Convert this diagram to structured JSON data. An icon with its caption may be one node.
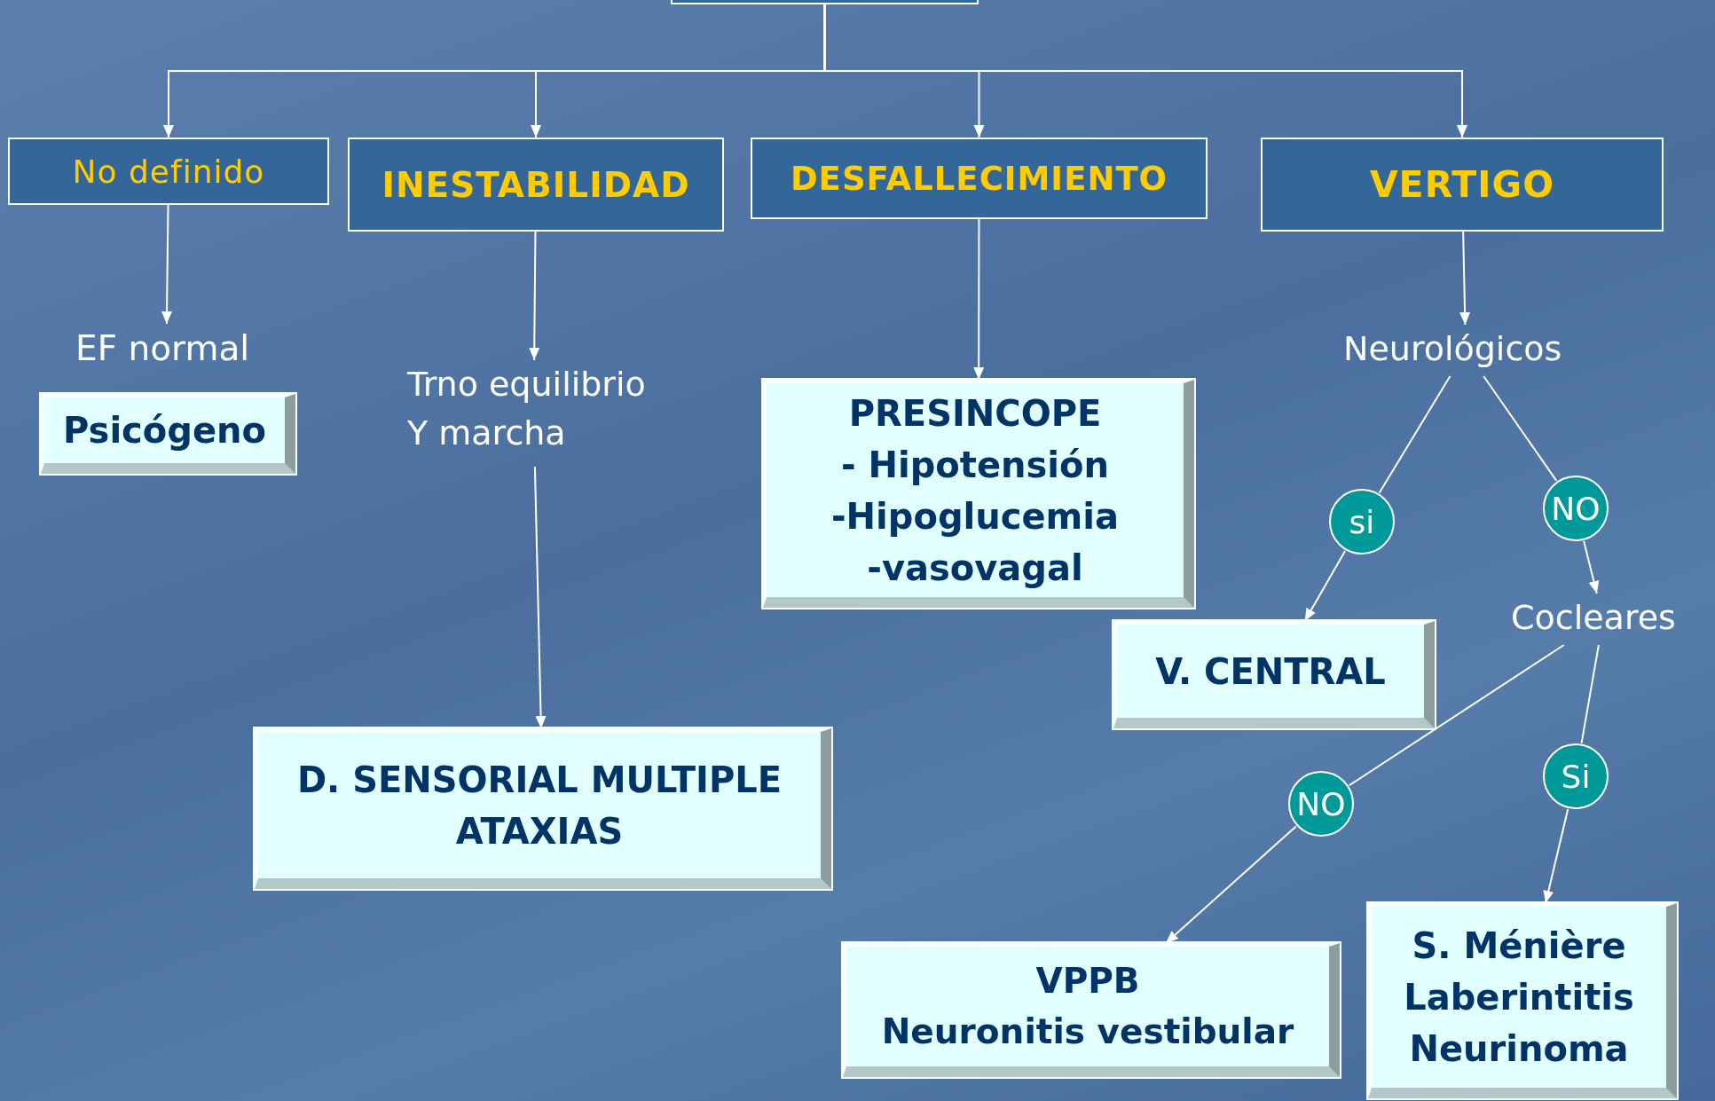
{
  "diagram": {
    "nodes": [
      {
        "text": [],
        "shape": "box"
      },
      {
        "text": [
          "No definido"
        ]
      },
      {
        "text": [
          "INESTABILIDAD"
        ]
      },
      {
        "text": [
          "DESFALLECIMIENTO"
        ]
      },
      {
        "text": [
          "VERTIGO"
        ]
      },
      {
        "text": [
          "EF normal"
        ]
      },
      {
        "text": [
          "Psicógeno"
        ]
      },
      {
        "text": [
          "Trno equilibrio Y marcha"
        ]
      },
      {
        "text": [
          "PRESINCOPE",
          "- Hipotensión",
          "-Hipoglucemia",
          "-vasovagal"
        ]
      },
      {
        "text": [
          "D. SENSORIAL MULTIPLE",
          "ATAXIAS"
        ]
      },
      {
        "text": [
          "Neurológicos"
        ]
      },
      {
        "text": [
          "si"
        ]
      },
      {
        "text": [
          "NO"
        ]
      },
      {
        "text": [
          "V. CENTRAL"
        ]
      },
      {
        "text": [
          "Cocleares"
        ]
      },
      {
        "text": [
          "NO"
        ]
      },
      {
        "text": [
          "Si"
        ]
      },
      {
        "text": [
          "VPPB",
          "Neuronitis vestibular"
        ]
      },
      {
        "text": [
          "S. Ménière",
          "Laberintitis",
          "Neurinoma"
        ]
      }
    ],
    "edges": [
      {
        "from": 0,
        "to": 1,
        "arrow": "to"
      },
      {
        "from": 0,
        "to": 2,
        "arrow": "to"
      },
      {
        "from": 0,
        "to": 3,
        "arrow": "to"
      },
      {
        "from": 0,
        "to": 4,
        "arrow": "to"
      },
      {
        "from": 1,
        "to": 5,
        "arrow": "to"
      },
      {
        "from": 2,
        "to": 7,
        "arrow": "to"
      },
      {
        "from": 3,
        "to": 8,
        "arrow": "to"
      },
      {
        "from": 4,
        "to": 10,
        "arrow": "to"
      },
      {
        "from": 7,
        "to": 9,
        "arrow": "to"
      },
      {
        "from": 10,
        "to": 11,
        "arrow": "none"
      },
      {
        "from": 11,
        "to": 13,
        "arrow": "to"
      },
      {
        "from": 10,
        "to": 12,
        "arrow": "none"
      },
      {
        "from": 12,
        "to": 14,
        "arrow": "to"
      },
      {
        "from": 14,
        "to": 15,
        "arrow": "none"
      },
      {
        "from": 15,
        "to": 17,
        "arrow": "to"
      },
      {
        "from": 14,
        "to": 16,
        "arrow": "none"
      },
      {
        "from": 16,
        "to": 18,
        "arrow": "to"
      }
    ]
  }
}
